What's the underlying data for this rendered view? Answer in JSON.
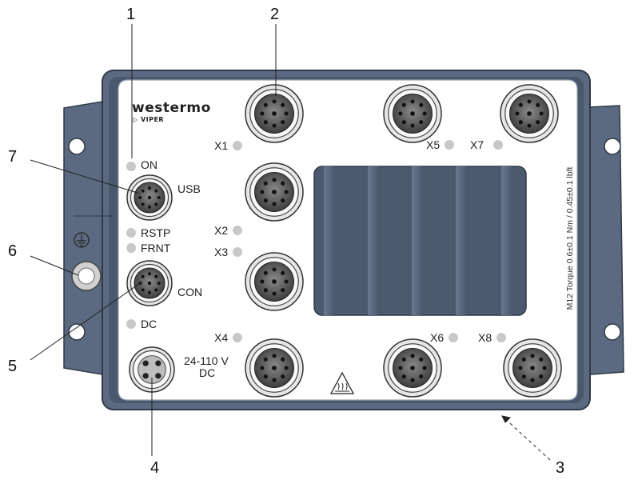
{
  "brand": {
    "name": "westermo",
    "model": "▷ VIPER"
  },
  "ports": {
    "x1": "X1",
    "x2": "X2",
    "x3": "X3",
    "x4": "X4",
    "x5": "X5",
    "x6": "X6",
    "x7": "X7",
    "x8": "X8",
    "usb": "USB",
    "con": "CON"
  },
  "leds": {
    "on": "ON",
    "rstp": "RSTP",
    "frnt": "FRNT",
    "dc": "DC"
  },
  "power": {
    "line1": "24-110 V",
    "line2": "DC"
  },
  "torque": "M12 Torque 0.6±0.1 Nm / 0.45±0.1 lbft",
  "callouts": {
    "c1": "1",
    "c2": "2",
    "c3": "3",
    "c4": "4",
    "c5": "5",
    "c6": "6",
    "c7": "7"
  },
  "colors": {
    "housing": "#5b6a80",
    "housing_dark": "#4a586d",
    "faceplate": "#ffffff",
    "heatsink": "#5a6880",
    "led": "#c8c8c8"
  }
}
